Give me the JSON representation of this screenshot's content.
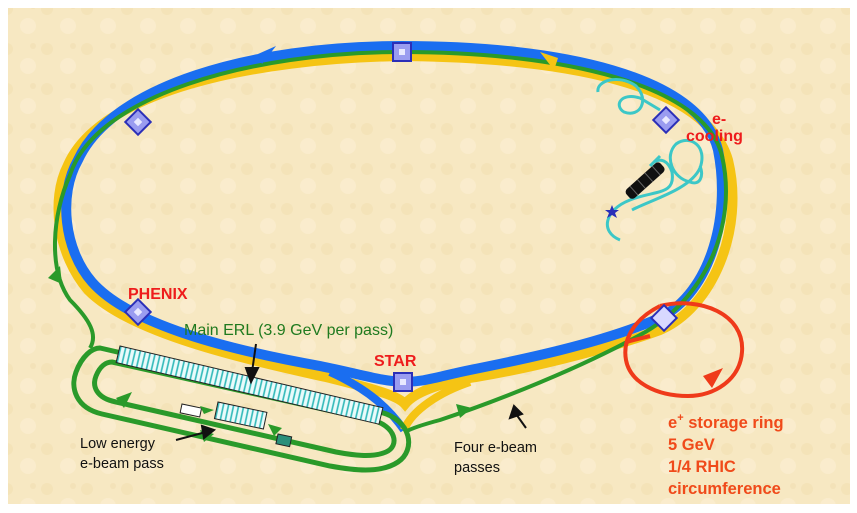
{
  "colors": {
    "background": "#f7e8c2",
    "ring_blue": "#1a6ef0",
    "ring_yellow": "#f5c414",
    "erl_green": "#2a9a2a",
    "cooling_cyan": "#3cc7c7",
    "positron_ring": "#ef3a1a",
    "marker_fill": "#9a9cf0",
    "marker_edge": "#2b2fb8"
  },
  "labels": {
    "e_cooling_line1": "e-",
    "e_cooling_line2": "cooling",
    "phenix": "PHENIX",
    "star": "STAR",
    "main_erl": "Main ERL (3.9 GeV per pass)",
    "low_energy_line1": "Low energy",
    "low_energy_line2": "e-beam pass",
    "four_passes_line1": "Four e-beam",
    "four_passes_line2": "passes",
    "storage_ring_e": "e",
    "storage_ring_sup": "+",
    "storage_ring_rest": " storage ring",
    "storage_energy": "5 GeV",
    "storage_fraction": "1/4 RHIC",
    "storage_circ": "circumference"
  }
}
